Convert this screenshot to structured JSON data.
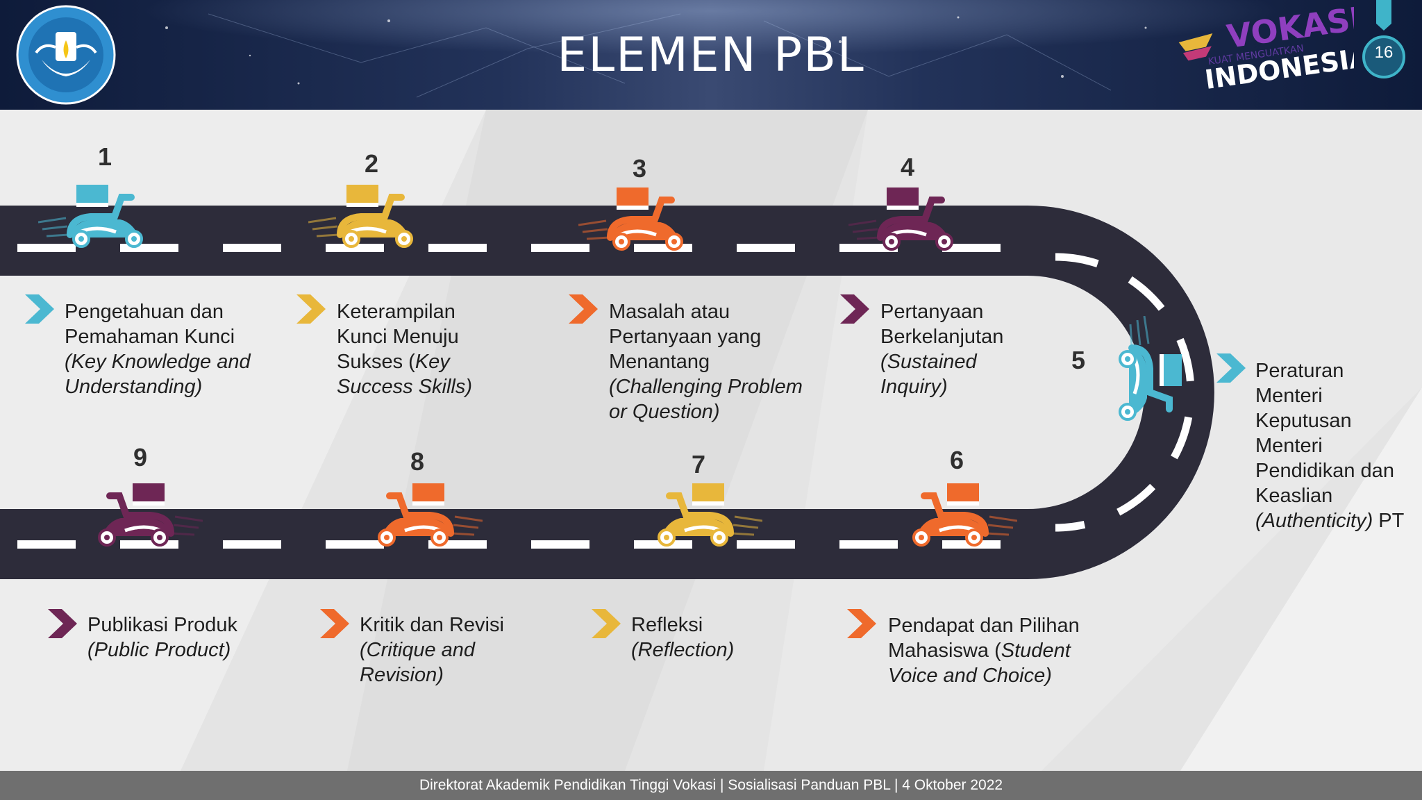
{
  "header": {
    "title": "ELEMEN PBL",
    "page_number": "16"
  },
  "logos": {
    "left": "tut-wuri-handayani-logo",
    "right_top": "VOKASI",
    "right_small": "KUAT MENGUATKAN",
    "right_bottom": "INDONESIA"
  },
  "elements": [
    {
      "number": "1",
      "color": "#4bb8d1",
      "line1": "Pengetahuan dan",
      "line2": "Pemahaman Kunci",
      "line3": "(Key Knowledge and",
      "line4": "Understanding)"
    },
    {
      "number": "2",
      "color": "#e8b73b",
      "line1": "Keterampilan",
      "line2": "Kunci Menuju",
      "line3_pre": "Sukses (",
      "line3_it": "Key",
      "line4": "Success Skills)"
    },
    {
      "number": "3",
      "color": "#ef6a2c",
      "line1": "Masalah atau",
      "line2": "Pertanyaan yang",
      "line3": "Menantang",
      "line4": "(Challenging Problem",
      "line5": "or Question)"
    },
    {
      "number": "4",
      "color": "#6e2655",
      "line1": "Pertanyaan",
      "line2": "Berkelanjutan",
      "line3": "(Sustained",
      "line4": "Inquiry)"
    },
    {
      "number": "5",
      "color": "#4bb8d1",
      "line1": "Peraturan",
      "line2": "Menteri",
      "line3": "Keputusan",
      "line4": "Menteri",
      "line5": "Pendidikan dan",
      "line6": "Keaslian",
      "line7_it": "(Authenticity)",
      "line7_post": " PT"
    },
    {
      "number": "6",
      "color": "#ef6a2c",
      "line1": "Pendapat dan Pilihan",
      "line2_pre": "Mahasiswa (",
      "line2_it": "Student",
      "line3": "Voice and Choice)"
    },
    {
      "number": "7",
      "color": "#e8b73b",
      "line1": "Refleksi",
      "line2": "(Reflection)"
    },
    {
      "number": "8",
      "color": "#ef6a2c",
      "line1": "Kritik dan Revisi",
      "line2": "(Critique and",
      "line3": "Revision)"
    },
    {
      "number": "9",
      "color": "#6e2655",
      "line1": "Publikasi Produk",
      "line2": "(Public Product)"
    }
  ],
  "footer": {
    "text": "Direktorat Akademik Pendidikan Tinggi Vokasi | Sosialisasi Panduan PBL | 4 Oktober 2022"
  }
}
